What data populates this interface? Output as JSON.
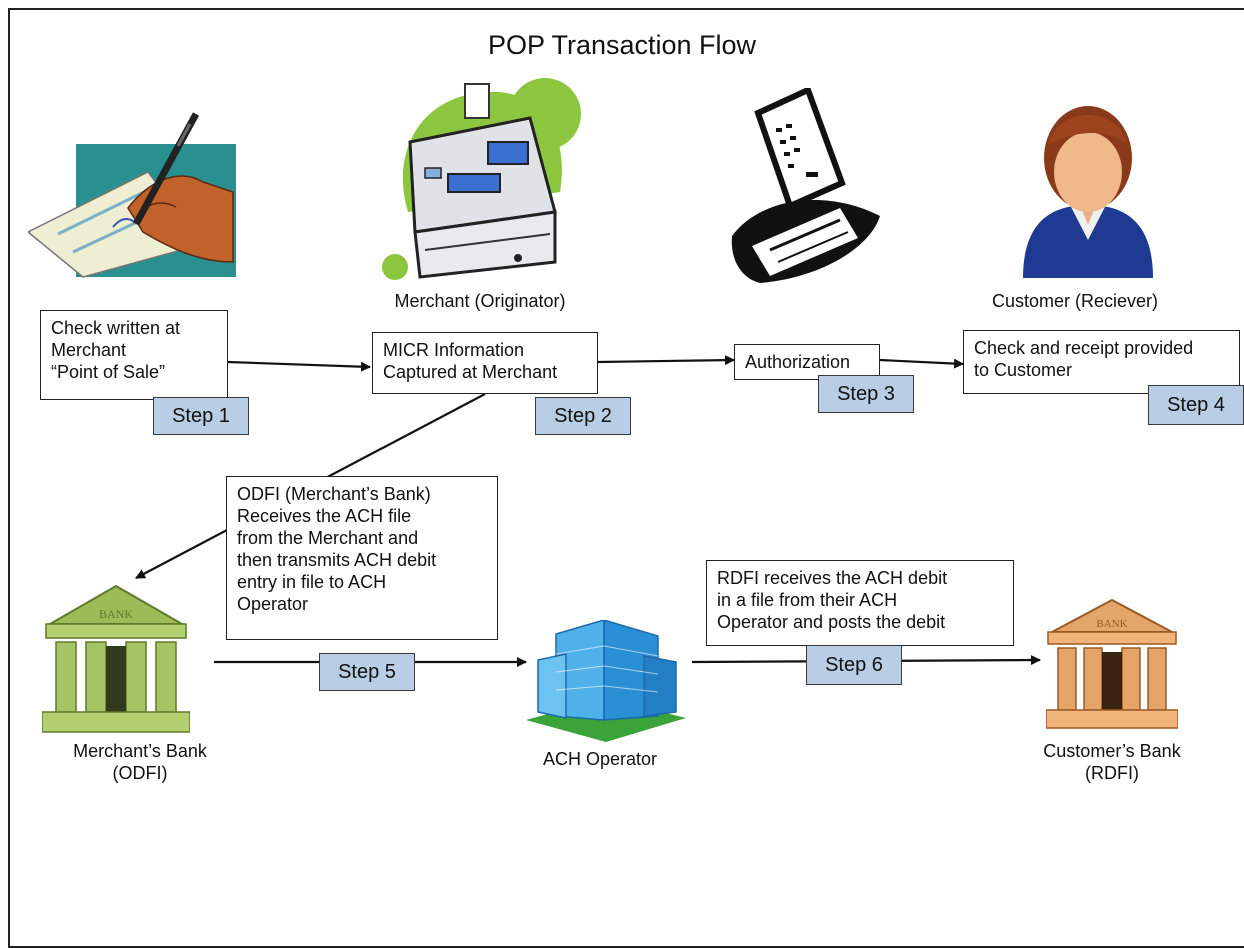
{
  "title": "POP Transaction Flow",
  "labels": {
    "merchant": "Merchant (Originator)",
    "customer": "Customer (Reciever)",
    "merchant_bank_line1": "Merchant’s Bank",
    "merchant_bank_line2": "(ODFI)",
    "ach_operator": "ACH Operator",
    "customer_bank_line1": "Customer’s Bank",
    "customer_bank_line2": "(RDFI)"
  },
  "boxes": {
    "check_written": [
      "Check written at",
      "Merchant",
      "“Point of Sale”"
    ],
    "micr": [
      "MICR Information",
      "Captured at Merchant"
    ],
    "authorization": [
      "Authorization"
    ],
    "receipt": [
      "Check and receipt provided",
      "to Customer"
    ],
    "odfi": [
      "ODFI (Merchant’s Bank)",
      "Receives the ACH file",
      "from the Merchant and",
      "then transmits ACH debit",
      "entry  in file to ACH",
      "Operator"
    ],
    "rdfi": [
      "RDFI receives the ACH debit",
      "in a file from their ACH",
      "Operator and posts the debit"
    ]
  },
  "steps": [
    "Step 1",
    "Step 2",
    "Step 3",
    "Step 4",
    "Step 5",
    "Step 6"
  ],
  "colors": {
    "step_fill": "#b9cde5",
    "merchant_green": "#8cc63f",
    "customer_blue": "#1f3a93",
    "bank_green": "#8fae4a",
    "bank_orange": "#d9975a",
    "building_blue": "#2b8fd6"
  },
  "icons": [
    "check-writing-hand-icon",
    "cash-register-icon",
    "receipt-and-check-icon",
    "customer-avatar-icon",
    "bank-green-icon",
    "ach-building-icon",
    "bank-orange-icon"
  ]
}
